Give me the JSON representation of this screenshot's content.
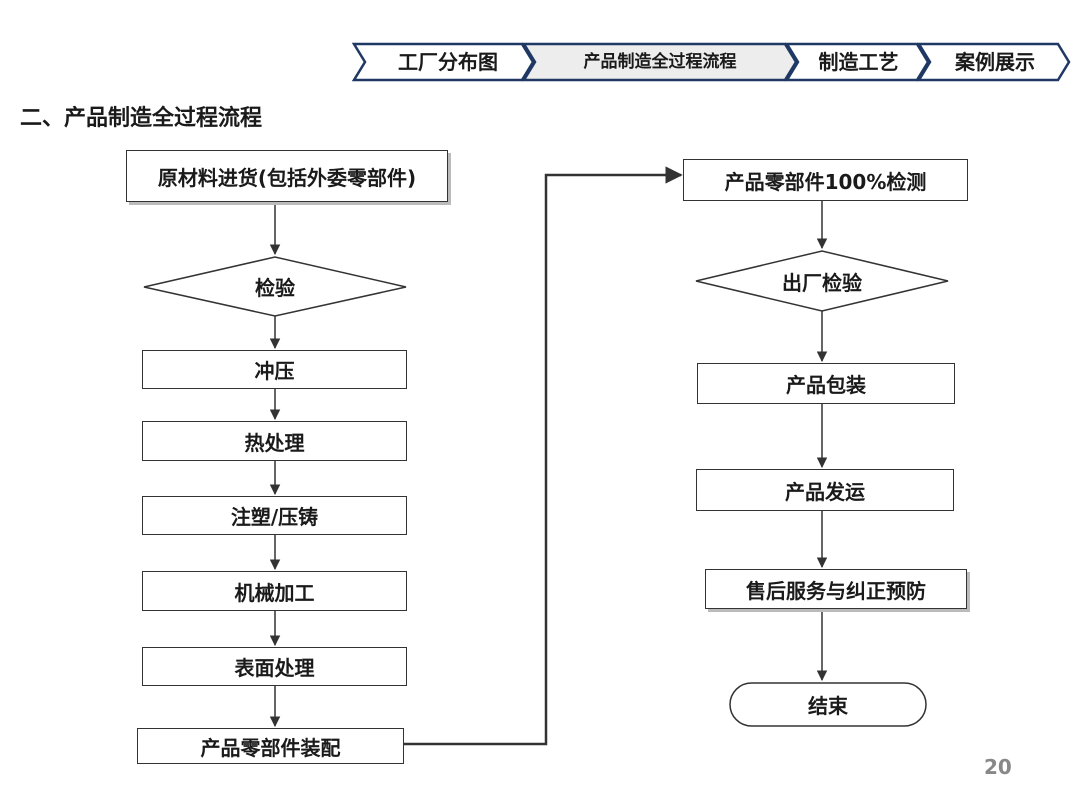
{
  "nav": {
    "items": [
      {
        "label": "工厂分布图",
        "active": false
      },
      {
        "label": "产品制造全过程流程",
        "active": true
      },
      {
        "label": "制造工艺",
        "active": false
      },
      {
        "label": "案例展示",
        "active": false
      }
    ]
  },
  "heading": "二、产品制造全过程流程",
  "flow": {
    "left": {
      "raw_materials": "原材料进货(包括外委零部件)",
      "inspection": "检验",
      "stamping": "冲压",
      "heat_treatment": "热处理",
      "molding_casting": "注塑/压铸",
      "machining": "机械加工",
      "surface_treatment": "表面处理",
      "assembly": "产品零部件装配"
    },
    "right": {
      "full_inspection": "产品零部件100%检测",
      "factory_inspection": "出厂检验",
      "packaging": "产品包装",
      "shipping": "产品发运",
      "after_sales": "售后服务与纠正预防",
      "end": "结束"
    }
  },
  "page_number": "20"
}
